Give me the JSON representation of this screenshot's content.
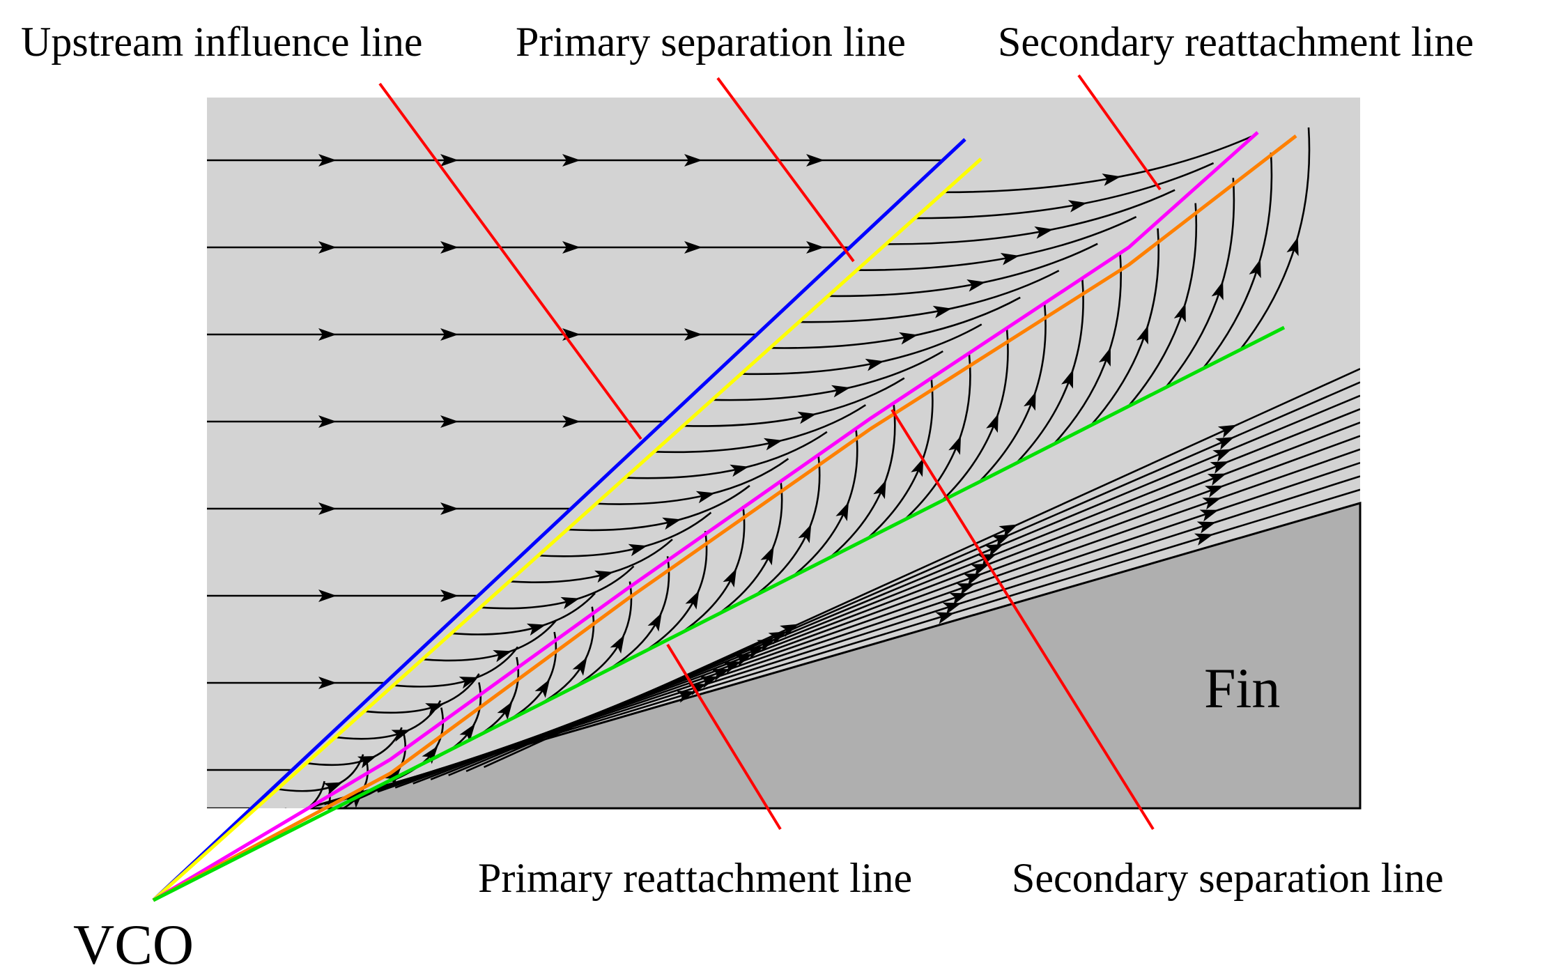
{
  "labels": {
    "upstream_influence": "Upstream influence line",
    "primary_separation": "Primary separation line",
    "secondary_reattachment": "Secondary reattachment line",
    "primary_reattachment": "Primary reattachment line",
    "secondary_separation": "Secondary separation line",
    "fin": "Fin",
    "vco": "VCO"
  },
  "colors": {
    "background": "#ffffff",
    "plate": "#d3d3d3",
    "fin": "#afafaf",
    "streamline": "#000000",
    "pointer": "#ff0000",
    "upstream_influence": "#0000ff",
    "primary_separation": "#ffff00",
    "secondary_reattachment": "#ff00ff",
    "secondary_separation": "#ff8000",
    "primary_reattachment": "#00e000"
  }
}
